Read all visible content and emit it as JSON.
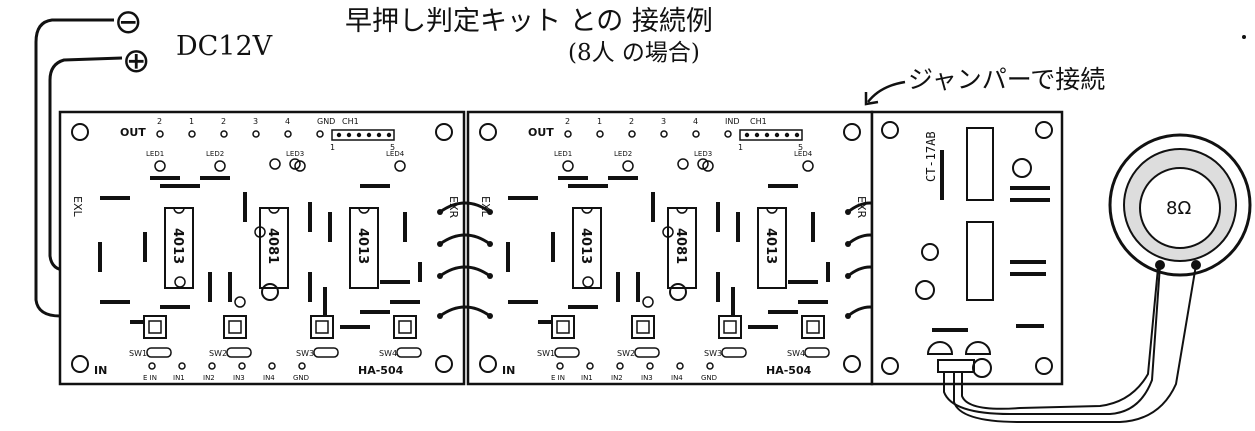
{
  "title": {
    "main": "早押し判定キット との 接続例",
    "sub": "(8人 の場合)"
  },
  "power": {
    "minus_symbol": "⊖",
    "plus_symbol": "⊕",
    "voltage": "DC12V"
  },
  "jumper_note": "ジャンパーで接続",
  "boards": [
    {
      "out_label": "OUT",
      "out_pins": [
        "2",
        "1",
        "2",
        "3",
        "4",
        "GND"
      ],
      "ch_label": "CH1",
      "ch_pins": [
        "1",
        "5"
      ],
      "leds": [
        "LED1",
        "LED2",
        "LED3",
        "LED4"
      ],
      "left_label": "EXL",
      "right_label": "EXR",
      "chips": [
        "4013",
        "4081",
        "4013"
      ],
      "switches": [
        "SW1",
        "SW2",
        "SW3",
        "SW4"
      ],
      "in_label": "IN",
      "in_pins": [
        "E IN",
        "IN1",
        "IN2",
        "IN3",
        "IN4",
        "GND"
      ],
      "model": "HA-504"
    },
    {
      "out_label": "OUT",
      "out_pins": [
        "2",
        "1",
        "2",
        "3",
        "4",
        "IND"
      ],
      "ch_label": "CH1",
      "ch_pins": [
        "1",
        "5"
      ],
      "leds": [
        "LED1",
        "LED2",
        "LED3",
        "LED4"
      ],
      "left_label": "EXL",
      "right_label": "EXR",
      "chips": [
        "4013",
        "4081",
        "4013"
      ],
      "switches": [
        "SW1",
        "SW2",
        "SW3",
        "SW4"
      ],
      "in_label": "IN",
      "in_pins": [
        "E IN",
        "IN1",
        "IN2",
        "IN3",
        "IN4",
        "GND"
      ],
      "model": "HA-504"
    }
  ],
  "sounder_board": {
    "model": "CT-17AB"
  },
  "speaker": {
    "label": "8Ω"
  }
}
